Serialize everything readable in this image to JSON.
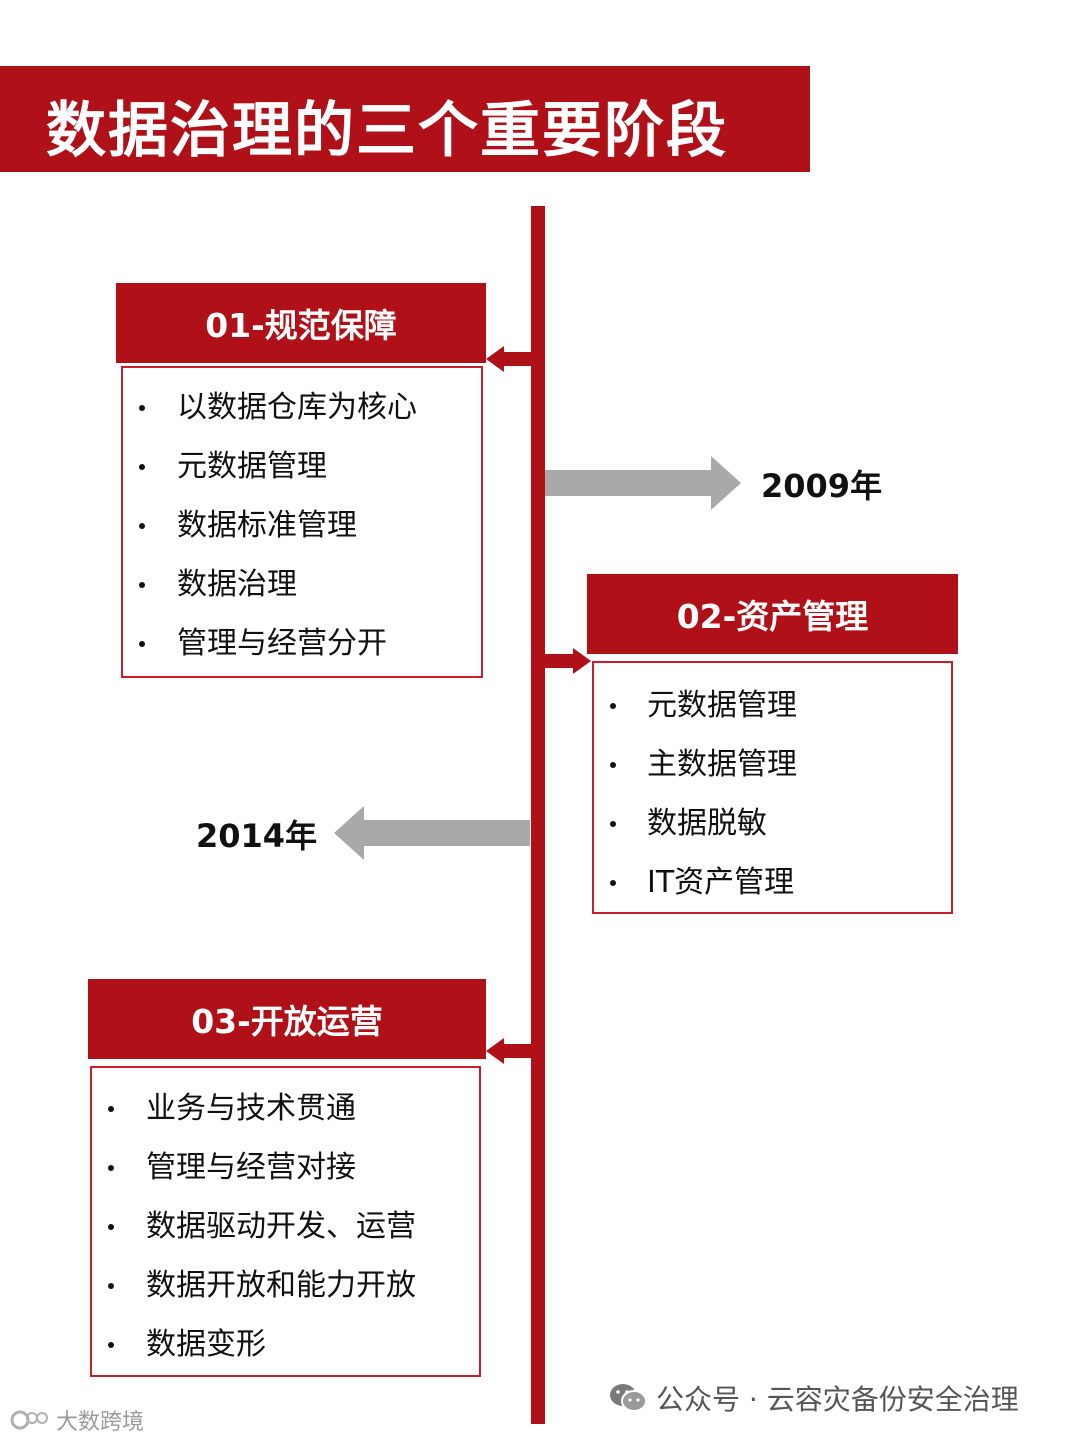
{
  "title": "数据治理的三个重要阶段",
  "stages": [
    {
      "header": "01-规范保障",
      "items": [
        "以数据仓库为核心",
        "元数据管理",
        "数据标准管理",
        "数据治理",
        "管理与经营分开"
      ]
    },
    {
      "header": "02-资产管理",
      "items": [
        "元数据管理",
        "主数据管理",
        "数据脱敏",
        "IT资产管理"
      ]
    },
    {
      "header": "03-开放运营",
      "items": [
        "业务与技术贯通",
        "管理与经营对接",
        "数据驱动开发、运营",
        "数据开放和能力开放",
        "数据变形"
      ]
    }
  ],
  "years": [
    "2009年",
    "2014年"
  ],
  "footer": {
    "wechat": "公众号 · 云容灾备份安全治理",
    "watermark": "大数跨境"
  },
  "colors": {
    "accent_red": "#b01018",
    "arrow_gray": "#a9a9a9"
  }
}
